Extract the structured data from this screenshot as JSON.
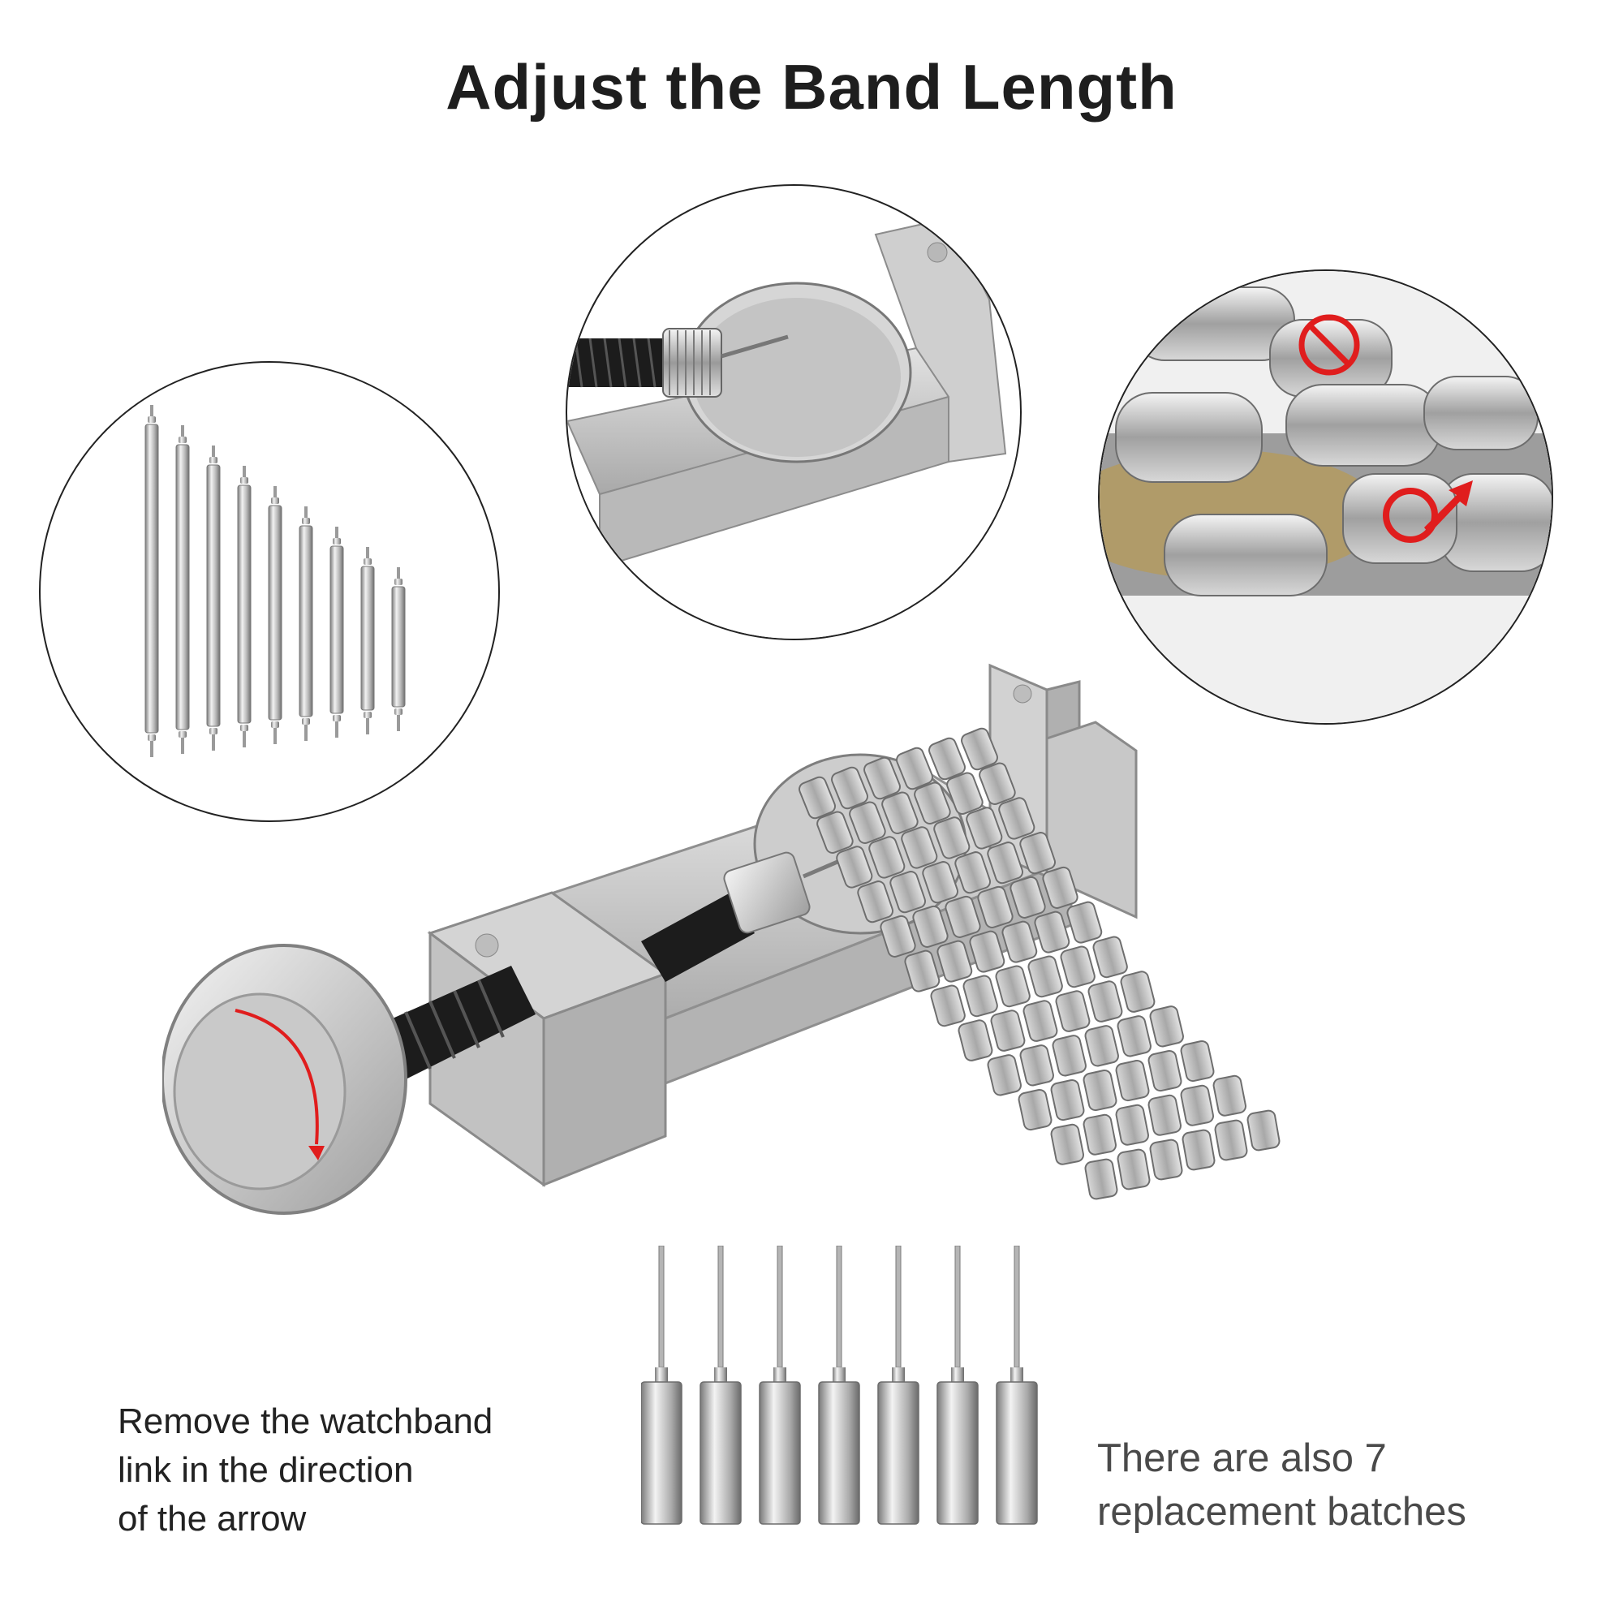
{
  "title": "Adjust the Band Length",
  "caption_left": {
    "lines": [
      "Remove the watchband",
      "link in the direction",
      "of the arrow"
    ]
  },
  "caption_right": {
    "lines": [
      "There are also 7",
      "replacement batches"
    ]
  },
  "spring_bar_count": 9,
  "replacement_pin_count": 7,
  "colors": {
    "metal": "#c8c8c8",
    "metal_dark": "#8a8a8a",
    "screw": "#1c1c1c",
    "arrow": "#e01d1d"
  }
}
